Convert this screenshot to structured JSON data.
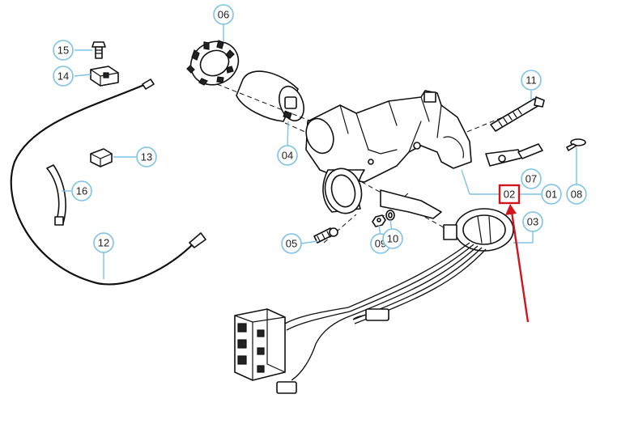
{
  "callouts": [
    {
      "id": "c06",
      "label": "06"
    },
    {
      "id": "c15",
      "label": "15"
    },
    {
      "id": "c14",
      "label": "14"
    },
    {
      "id": "c11",
      "label": "11"
    },
    {
      "id": "c13",
      "label": "13"
    },
    {
      "id": "c04",
      "label": "04"
    },
    {
      "id": "c16",
      "label": "16"
    },
    {
      "id": "c07",
      "label": "07"
    },
    {
      "id": "c01",
      "label": "01"
    },
    {
      "id": "c08",
      "label": "08"
    },
    {
      "id": "c03",
      "label": "03"
    },
    {
      "id": "c12",
      "label": "12"
    },
    {
      "id": "c05",
      "label": "05"
    },
    {
      "id": "c09",
      "label": "09"
    },
    {
      "id": "c10",
      "label": "10"
    }
  ],
  "highlighted_part": {
    "label": "02",
    "highlight_color": "#d0151d"
  },
  "colors": {
    "callout_border": "#7ec3e6",
    "line_art": "#111111",
    "highlight": "#d0151d"
  }
}
